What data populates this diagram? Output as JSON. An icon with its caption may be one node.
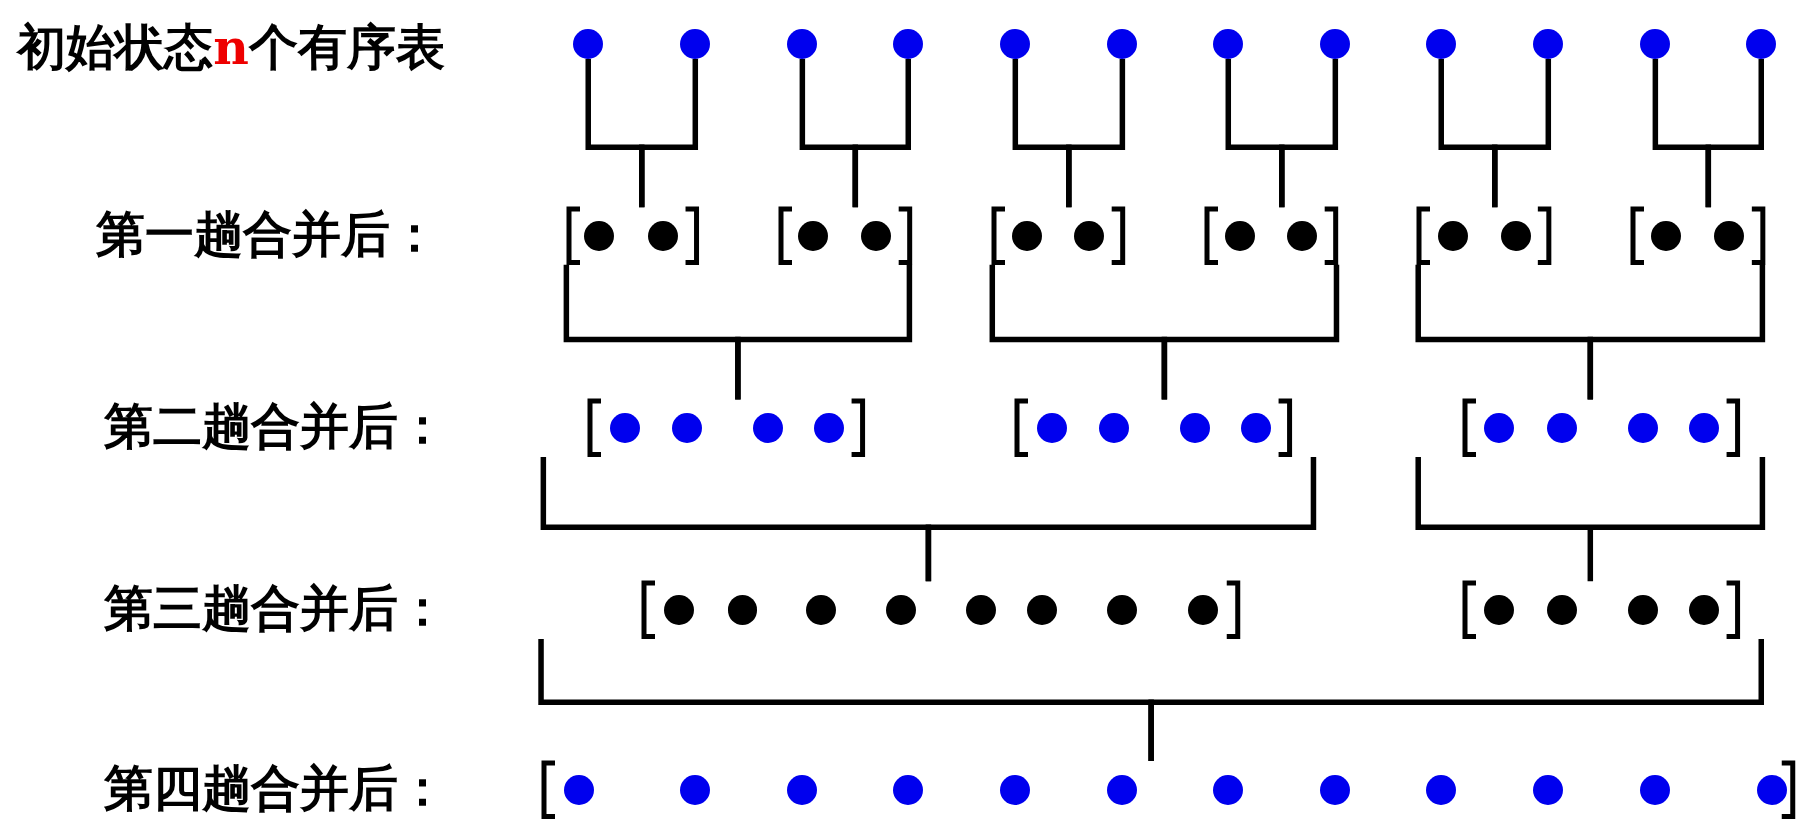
{
  "diagram": {
    "nodes": [
      {
        "text": [],
        "shape": "circle"
      },
      {
        "text": [],
        "shape": "circle"
      },
      {
        "text": [],
        "shape": "circle"
      },
      {
        "text": [],
        "shape": "circle"
      },
      {
        "text": [],
        "shape": "circle"
      },
      {
        "text": [],
        "shape": "circle"
      },
      {
        "text": [],
        "shape": "circle"
      },
      {
        "text": [],
        "shape": "circle"
      },
      {
        "text": [],
        "shape": "circle"
      },
      {
        "text": [],
        "shape": "circle"
      },
      {
        "text": [],
        "shape": "circle"
      },
      {
        "text": [],
        "shape": "circle"
      },
      {
        "text": [],
        "shape": "bracket"
      },
      {
        "text": [],
        "shape": "bracket"
      },
      {
        "text": [],
        "shape": "bracket"
      },
      {
        "text": [],
        "shape": "bracket"
      },
      {
        "text": [],
        "shape": "bracket"
      },
      {
        "text": [],
        "shape": "bracket"
      },
      {
        "text": [],
        "shape": "bracket"
      },
      {
        "text": [],
        "shape": "bracket"
      },
      {
        "text": [],
        "shape": "bracket"
      },
      {
        "text": [],
        "shape": "bracket"
      },
      {
        "text": [],
        "shape": "bracket"
      },
      {
        "text": [],
        "shape": "bracket"
      }
    ],
    "edges": [
      {
        "from": 0,
        "to": 12,
        "arrow": "none"
      },
      {
        "from": 1,
        "to": 12,
        "arrow": "none"
      },
      {
        "from": 2,
        "to": 13,
        "arrow": "none"
      },
      {
        "from": 3,
        "to": 13,
        "arrow": "none"
      },
      {
        "from": 4,
        "to": 14,
        "arrow": "none"
      },
      {
        "from": 5,
        "to": 14,
        "arrow": "none"
      },
      {
        "from": 6,
        "to": 15,
        "arrow": "none"
      },
      {
        "from": 7,
        "to": 15,
        "arrow": "none"
      },
      {
        "from": 8,
        "to": 16,
        "arrow": "none"
      },
      {
        "from": 9,
        "to": 16,
        "arrow": "none"
      },
      {
        "from": 10,
        "to": 17,
        "arrow": "none"
      },
      {
        "from": 11,
        "to": 17,
        "arrow": "none"
      },
      {
        "from": 12,
        "to": 18,
        "arrow": "none"
      },
      {
        "from": 13,
        "to": 18,
        "arrow": "none"
      },
      {
        "from": 14,
        "to": 19,
        "arrow": "none"
      },
      {
        "from": 15,
        "to": 19,
        "arrow": "none"
      },
      {
        "from": 16,
        "to": 20,
        "arrow": "none"
      },
      {
        "from": 17,
        "to": 20,
        "arrow": "none"
      },
      {
        "from": 18,
        "to": 21,
        "arrow": "none"
      },
      {
        "from": 19,
        "to": 21,
        "arrow": "none"
      },
      {
        "from": 20,
        "to": 22,
        "arrow": "none"
      },
      {
        "from": 21,
        "to": 23,
        "arrow": "none"
      },
      {
        "from": 22,
        "to": 23,
        "arrow": "none"
      }
    ],
    "labels": [
      "初始状态",
      "n",
      "个有序表",
      "第一趟合并后：",
      "第二趟合并后：",
      "第三趟合并后：",
      "第四趟合并后："
    ]
  }
}
